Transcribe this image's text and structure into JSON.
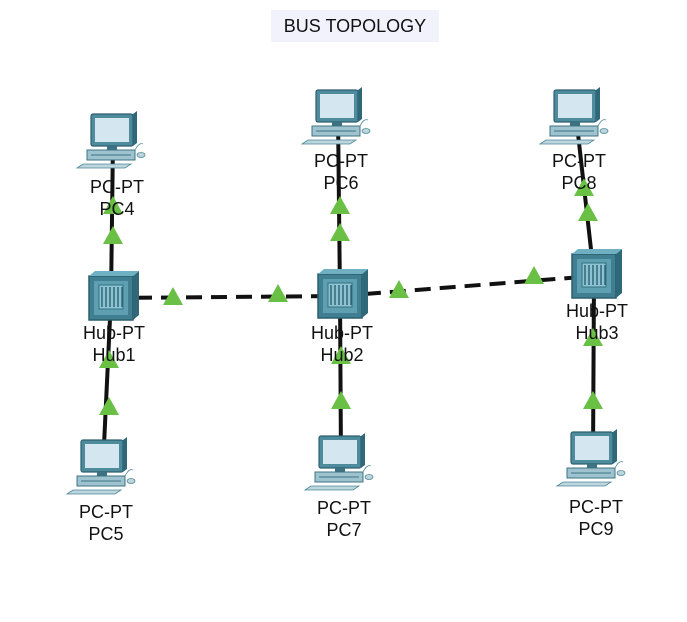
{
  "title": "BUS TOPOLOGY",
  "colors": {
    "link": "#111111",
    "link_light": "#6abf45",
    "device": "#4f8ea0",
    "screen": "#d4e6ef"
  },
  "nodes": [
    {
      "id": "hub1",
      "type": "hub",
      "model": "Hub-PT",
      "name": "Hub1"
    },
    {
      "id": "hub2",
      "type": "hub",
      "model": "Hub-PT",
      "name": "Hub2"
    },
    {
      "id": "hub3",
      "type": "hub",
      "model": "Hub-PT",
      "name": "Hub3"
    },
    {
      "id": "pc4",
      "type": "pc",
      "model": "PC-PT",
      "name": "PC4"
    },
    {
      "id": "pc5",
      "type": "pc",
      "model": "PC-PT",
      "name": "PC5"
    },
    {
      "id": "pc6",
      "type": "pc",
      "model": "PC-PT",
      "name": "PC6"
    },
    {
      "id": "pc7",
      "type": "pc",
      "model": "PC-PT",
      "name": "PC7"
    },
    {
      "id": "pc8",
      "type": "pc",
      "model": "PC-PT",
      "name": "PC8"
    },
    {
      "id": "pc9",
      "type": "pc",
      "model": "PC-PT",
      "name": "PC9"
    }
  ],
  "links": [
    {
      "from": "hub1",
      "to": "pc4",
      "style": "solid"
    },
    {
      "from": "hub1",
      "to": "pc5",
      "style": "solid"
    },
    {
      "from": "hub2",
      "to": "pc6",
      "style": "solid"
    },
    {
      "from": "hub2",
      "to": "pc7",
      "style": "solid"
    },
    {
      "from": "hub3",
      "to": "pc8",
      "style": "solid"
    },
    {
      "from": "hub3",
      "to": "pc9",
      "style": "solid"
    },
    {
      "from": "hub1",
      "to": "hub2",
      "style": "dashed"
    },
    {
      "from": "hub2",
      "to": "hub3",
      "style": "dashed"
    }
  ]
}
